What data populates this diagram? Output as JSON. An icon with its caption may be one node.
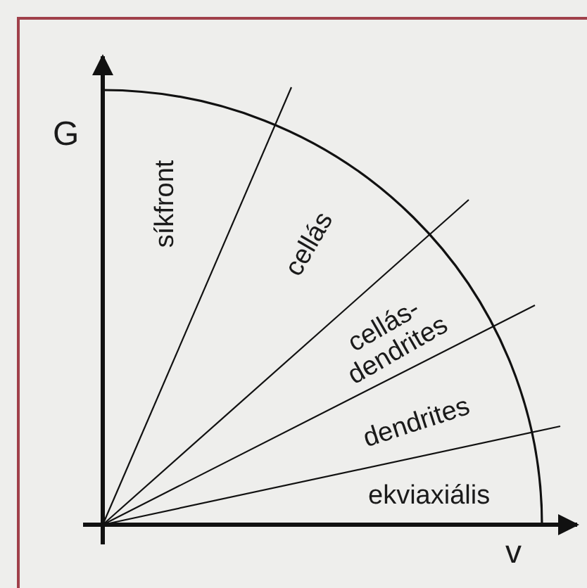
{
  "diagram": {
    "labels": [
      "G",
      "v",
      "síkfront",
      "cellás",
      "cellás-dendrites",
      "dendrites",
      "ekviaxiális"
    ]
  }
}
